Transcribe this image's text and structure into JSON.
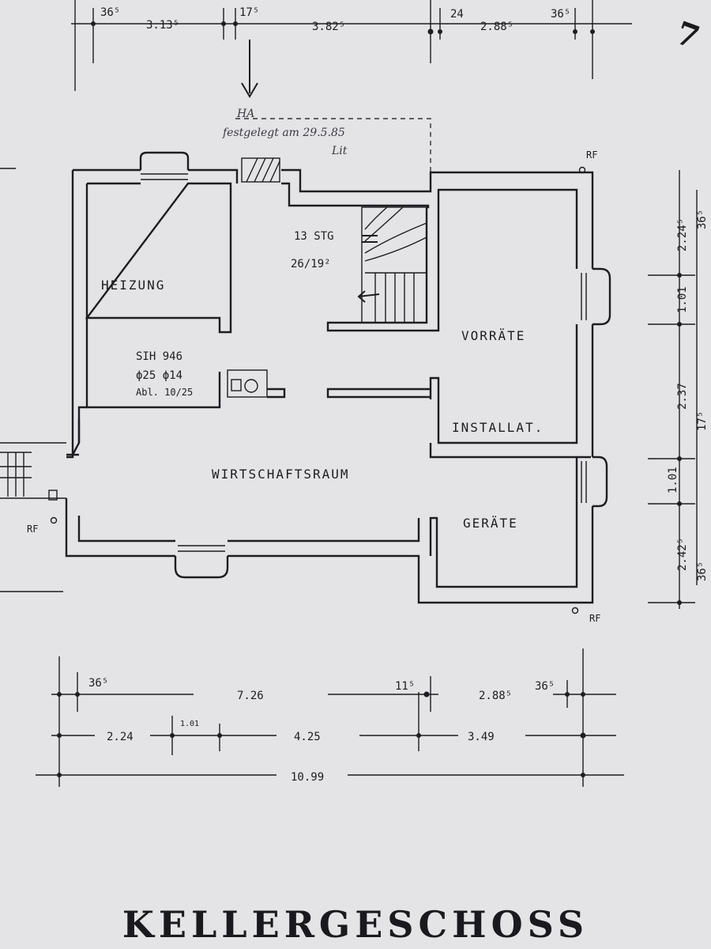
{
  "title": "KELLERGESCHOSS",
  "rooms": {
    "heizung": "HEIZUNG",
    "vorraete": "VORRÄTE",
    "installat": "INSTALLAT.",
    "wirtschaftsraum": "WIRTSCHAFTSRAUM",
    "geraete": "GERÄTE"
  },
  "stair": {
    "steps": "13 STG",
    "ratio": "26/19²"
  },
  "boiler": {
    "model": "SIH 946",
    "diameters": "ϕ25 ϕ14",
    "abl": "Abl. 10/25"
  },
  "handwritten": {
    "line1": "HA",
    "line2": "festgelegt am 29.5.85",
    "line3": "Lit"
  },
  "rf_labels": [
    "RF",
    "RF",
    "RF"
  ],
  "corner_mark": "7",
  "top_dims": [
    "36⁵",
    "3.13⁵",
    "17⁵",
    "3.82⁵",
    "24",
    "2.88⁵",
    "36⁵"
  ],
  "right_dims": [
    "36⁵",
    "2.24⁵",
    "1.01",
    "2.37",
    "17⁵",
    "1.01",
    "2.42⁵",
    "36⁵"
  ],
  "bottom_dims_row1": [
    "36⁵",
    "7.26",
    "11⁵",
    "2.88⁵",
    "36⁵"
  ],
  "bottom_dims_row2": [
    "2.24",
    "1.01",
    "4.25",
    "3.49"
  ],
  "bottom_dims_row3": [
    "10.99"
  ]
}
